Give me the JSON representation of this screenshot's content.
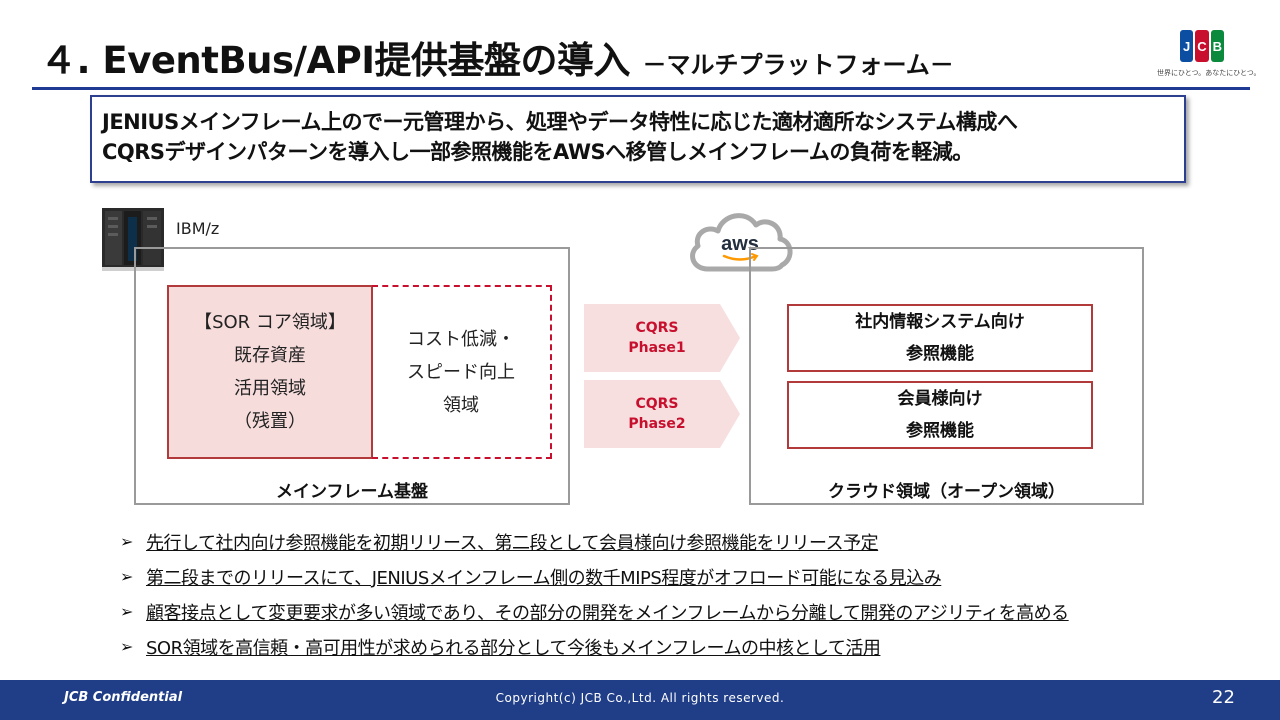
{
  "header": {
    "title": "４. EventBus/API提供基盤の導入",
    "subtitle": "－マルチプラットフォーム－",
    "logo_text": [
      "J",
      "C",
      "B"
    ],
    "logo_tagline": "世界にひとつ。あなたにひとつ。"
  },
  "message": {
    "line1": "JENIUSメインフレーム上のでー元管理から、処理やデータ特性に応じた適材適所なシステム構成へ",
    "line2": "CQRSデザインパターンを導入し一部参照機能をAWSへ移管しメインフレームの負荷を軽減。"
  },
  "mainframe": {
    "server_label": "IBM/z",
    "sor_lines": [
      "【SOR コア領域】",
      "既存資産",
      "活用領域",
      "（残置）"
    ],
    "cost_lines": [
      "コスト低減・",
      "スピード向上",
      "領域"
    ],
    "caption": "メインフレーム基盤"
  },
  "arrows": [
    {
      "line1": "CQRS",
      "line2": "Phase1"
    },
    {
      "line1": "CQRS",
      "line2": "Phase2"
    }
  ],
  "cloud": {
    "logo_text": "aws",
    "refs": [
      {
        "line1": "社内情報システム向け",
        "line2": "参照機能"
      },
      {
        "line1": "会員様向け",
        "line2": "参照機能"
      }
    ],
    "caption": "クラウド領域（オープン領域）"
  },
  "bullets": {
    "marker": "➢",
    "items": [
      "先行して社内向け参照機能を初期リリース、第二段として会員様向け参照機能をリリース予定",
      "第二段までのリリースにて、JENIUSメインフレーム側の数千MIPS程度がオフロード可能になる見込み",
      "顧客接点として変更要求が多い領域であり、その部分の開発をメインフレームから分離して開発のアジリティを高める",
      "SOR領域を高信頼・高可用性が求められる部分として今後もメインフレームの中核として活用"
    ]
  },
  "footer": {
    "confidential": "JCB Confidential",
    "copyright": "Copyright(c) JCB Co.,Ltd. All rights reserved.",
    "page_number": "22"
  },
  "colors": {
    "title_rule": "#1f3a93",
    "accent_red": "#c8102e",
    "sor_fill": "#f7dcdc",
    "arrow_fill": "#f8dfdf",
    "footer_bg": "#203e87"
  }
}
